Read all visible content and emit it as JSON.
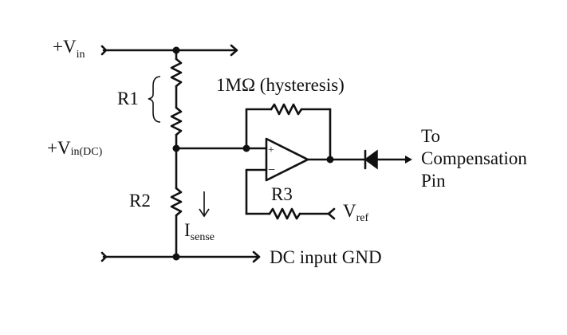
{
  "labels": {
    "vin_main": "+V",
    "vin_sub": "in",
    "vin_dc_main": "+V",
    "vin_dc_sub": "in(DC)",
    "r1": "R1",
    "r2": "R2",
    "r3": "R3",
    "hysteresis": "1MΩ (hysteresis)",
    "isense_main": "I",
    "isense_sub": "sense",
    "vref_main": "V",
    "vref_sub": "ref",
    "output_line1": "To",
    "output_line2": "Compensation",
    "output_line3": "Pin",
    "gnd": "DC input GND",
    "opamp_plus": "+",
    "opamp_minus": "−"
  }
}
